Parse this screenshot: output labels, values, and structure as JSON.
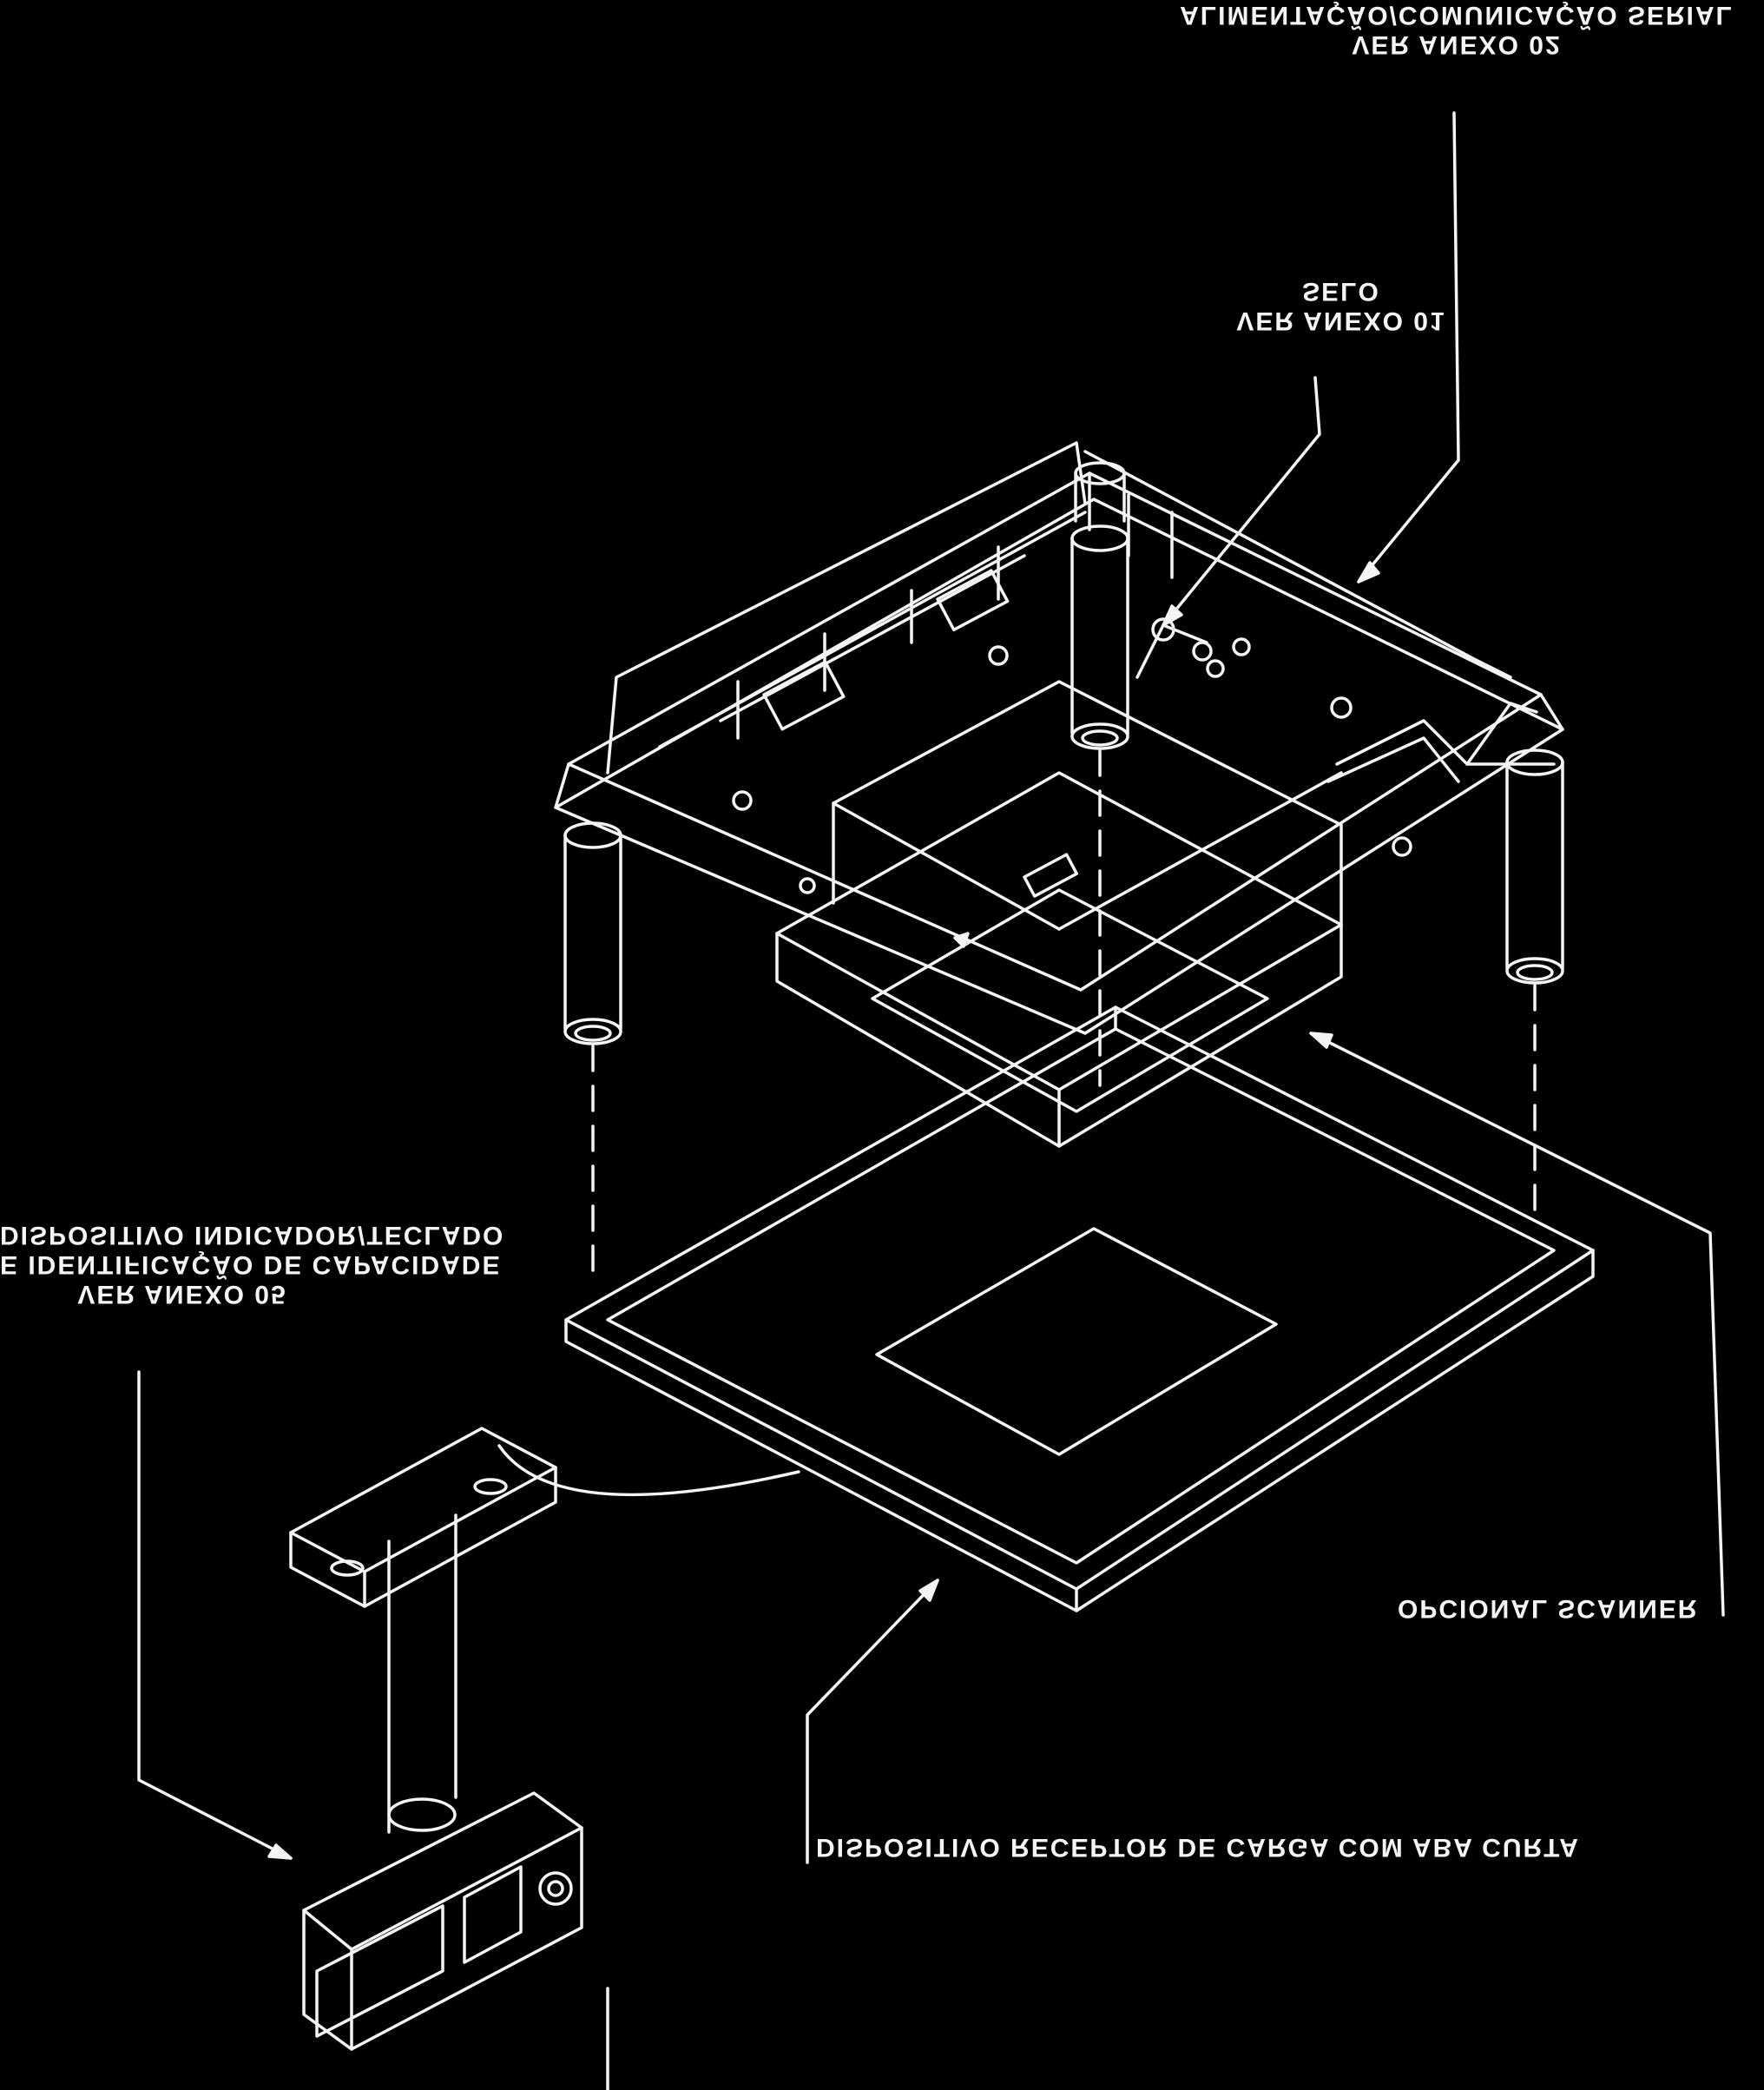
{
  "labels": {
    "power_serial": {
      "line1": "VER ANEXO 02",
      "line2": "ALIMENTAÇÃO/COMUNICAÇÃO SERIAL"
    },
    "seal": {
      "line1": "VER ANEXO 01",
      "line2": "SELO"
    },
    "display_keyboard": {
      "line1": "VER ANEXO 05",
      "line2": "E IDENTIFICAÇÃO DE CAPACIDADE",
      "line3": "DISPOSITIVO INDICADOR/TECLADO"
    },
    "scanner": "OPCIONAL SCANNER",
    "load_receiver": "DISPOSITIVO RECEPTOR DE CARGA COM ABA CURTA"
  },
  "colors": {
    "background": "#000000",
    "ink": "#f4f4f4"
  }
}
